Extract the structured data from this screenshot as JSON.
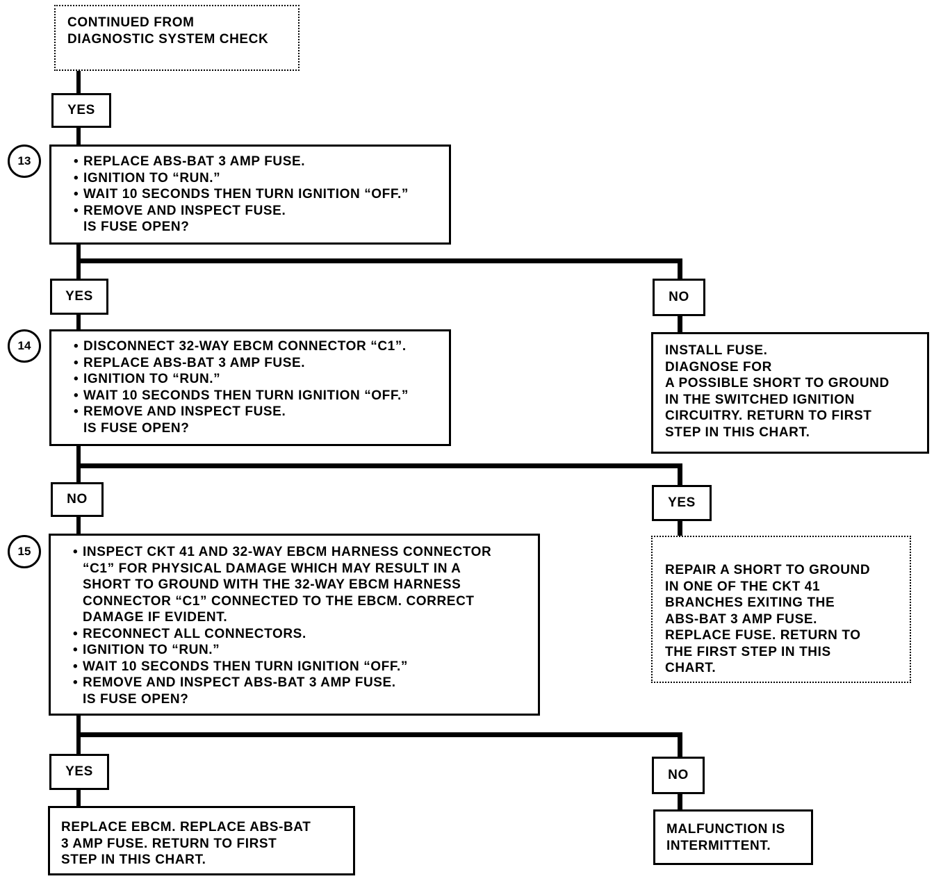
{
  "start": {
    "lines": [
      "CONTINUED FROM",
      "DIAGNOSTIC SYSTEM CHECK"
    ]
  },
  "labels": {
    "l1_yes": "YES",
    "s13_yes": "YES",
    "s13_no": "NO",
    "s14_no": "NO",
    "s14_yes": "YES",
    "s15_yes": "YES",
    "s15_no": "NO"
  },
  "steps": {
    "s13": {
      "number": "13",
      "bullets": [
        "REPLACE ABS-BAT 3 AMP FUSE.",
        "IGNITION TO “RUN.”",
        "WAIT 10 SECONDS THEN TURN IGNITION “OFF.”",
        "REMOVE AND INSPECT FUSE."
      ],
      "question": "IS FUSE OPEN?"
    },
    "s14": {
      "number": "14",
      "bullets": [
        "DISCONNECT 32-WAY EBCM CONNECTOR “C1”.",
        "REPLACE ABS-BAT 3 AMP FUSE.",
        "IGNITION TO “RUN.”",
        "WAIT 10 SECONDS THEN TURN IGNITION “OFF.”",
        "REMOVE AND INSPECT FUSE."
      ],
      "question": "IS FUSE OPEN?"
    },
    "s15": {
      "number": "15",
      "bullets": [
        "INSPECT CKT 41 AND 32-WAY EBCM HARNESS CONNECTOR\n“C1” FOR PHYSICAL DAMAGE WHICH MAY RESULT IN A\nSHORT TO GROUND WITH THE 32-WAY EBCM HARNESS\nCONNECTOR “C1” CONNECTED TO THE EBCM. CORRECT\nDAMAGE IF EVIDENT.",
        "RECONNECT ALL CONNECTORS.",
        "IGNITION TO “RUN.”",
        "WAIT 10 SECONDS THEN TURN IGNITION “OFF.”",
        "REMOVE AND INSPECT ABS-BAT 3 AMP FUSE."
      ],
      "question": "IS FUSE OPEN?"
    }
  },
  "results": {
    "install_fuse": "INSTALL FUSE.\nDIAGNOSE FOR\nA POSSIBLE SHORT TO GROUND\nIN THE SWITCHED IGNITION\nCIRCUITRY. RETURN TO FIRST\nSTEP IN THIS CHART.",
    "repair_short": "REPAIR A SHORT TO GROUND\nIN ONE OF THE CKT 41\nBRANCHES EXITING THE\nABS-BAT 3 AMP FUSE.\nREPLACE FUSE. RETURN TO\nTHE FIRST STEP IN THIS\nCHART.",
    "replace_ebcm": "REPLACE EBCM. REPLACE ABS-BAT\n3 AMP FUSE. RETURN TO FIRST\nSTEP IN THIS CHART.",
    "intermittent": "MALFUNCTION IS\nINTERMITTENT."
  }
}
